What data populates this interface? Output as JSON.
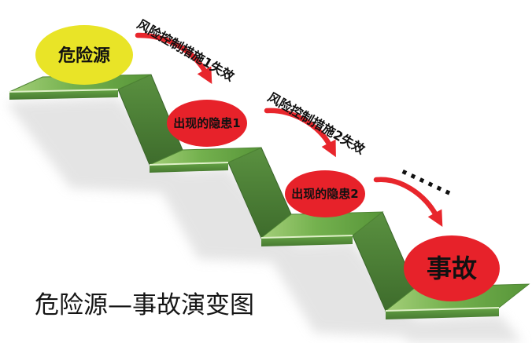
{
  "diagram": {
    "caption": "危险源—事故演变图",
    "nodes": [
      {
        "id": "hazard-source",
        "label": "危险源",
        "fill": "#e9e427",
        "text_color": "#111111",
        "shape": "ellipse"
      },
      {
        "id": "hidden-danger-1",
        "label": "出现的隐患1",
        "fill": "#e7222a",
        "text_color": "#111111",
        "shape": "ellipse"
      },
      {
        "id": "hidden-danger-2",
        "label": "出现的隐患2",
        "fill": "#e7222a",
        "text_color": "#111111",
        "shape": "ellipse"
      },
      {
        "id": "accident",
        "label": "事故",
        "fill": "#e7222a",
        "text_color": "#111111",
        "shape": "ellipse"
      }
    ],
    "transitions": [
      {
        "from": "hazard-source",
        "to": "hidden-danger-1",
        "label": "风险控制措施1失效",
        "type": "red-curved-arrow"
      },
      {
        "from": "hidden-danger-1",
        "to": "hidden-danger-2",
        "label": "风险控制措施2失效",
        "type": "red-curved-arrow"
      },
      {
        "from": "hidden-danger-2",
        "to": "accident",
        "label": "······",
        "type": "dotted-continuation-arrow"
      }
    ],
    "colors": {
      "background": "#ffffff",
      "step_top_light": "#a4cf79",
      "step_top_mid": "#74b14e",
      "step_top_dark": "#579539",
      "step_riser_light": "#5a9140",
      "step_riser_dark": "#3e6c2c",
      "step_front_light": "#65a445",
      "step_front_dark": "#477931",
      "arrow_red": "#e8262c",
      "shadow_gray": "#cfcfcf",
      "hazard_yellow": "#e9e427",
      "danger_red": "#e7222a",
      "text_black": "#111111"
    }
  }
}
